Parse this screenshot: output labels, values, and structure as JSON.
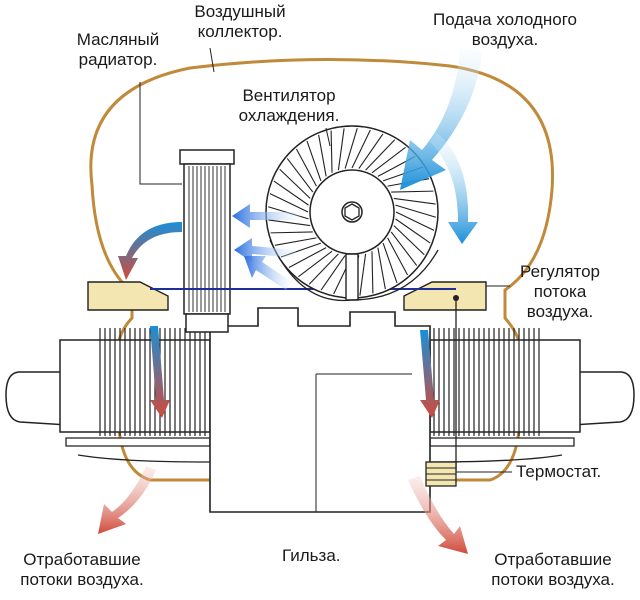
{
  "labels": {
    "air_collector": [
      "Воздушный",
      "коллектор."
    ],
    "oil_radiator": [
      "Масляный",
      "радиатор."
    ],
    "cold_air_supply": [
      "Подача холодного",
      "воздуха."
    ],
    "cooling_fan": [
      "Вентилятор",
      "охлаждения."
    ],
    "flow_regulator": [
      "Регулятор",
      "потока",
      "воздуха."
    ],
    "thermostat": "Термостат.",
    "exhaust_left": [
      "Отработавшие",
      "потоки воздуха."
    ],
    "sleeve": "Гильза.",
    "exhaust_right": [
      "Отработавшие",
      "потоки воздуха."
    ]
  },
  "colors": {
    "housing_outline": "#c08a3a",
    "cold_air_arrow": "#1a8fd8",
    "fan_arrow": "#2a6ee0",
    "warm_air_arrow": "#d04a3a",
    "engine_fill": "#ffffff",
    "regulator_fill": "#f3e6b0",
    "line_color": "#222222"
  }
}
